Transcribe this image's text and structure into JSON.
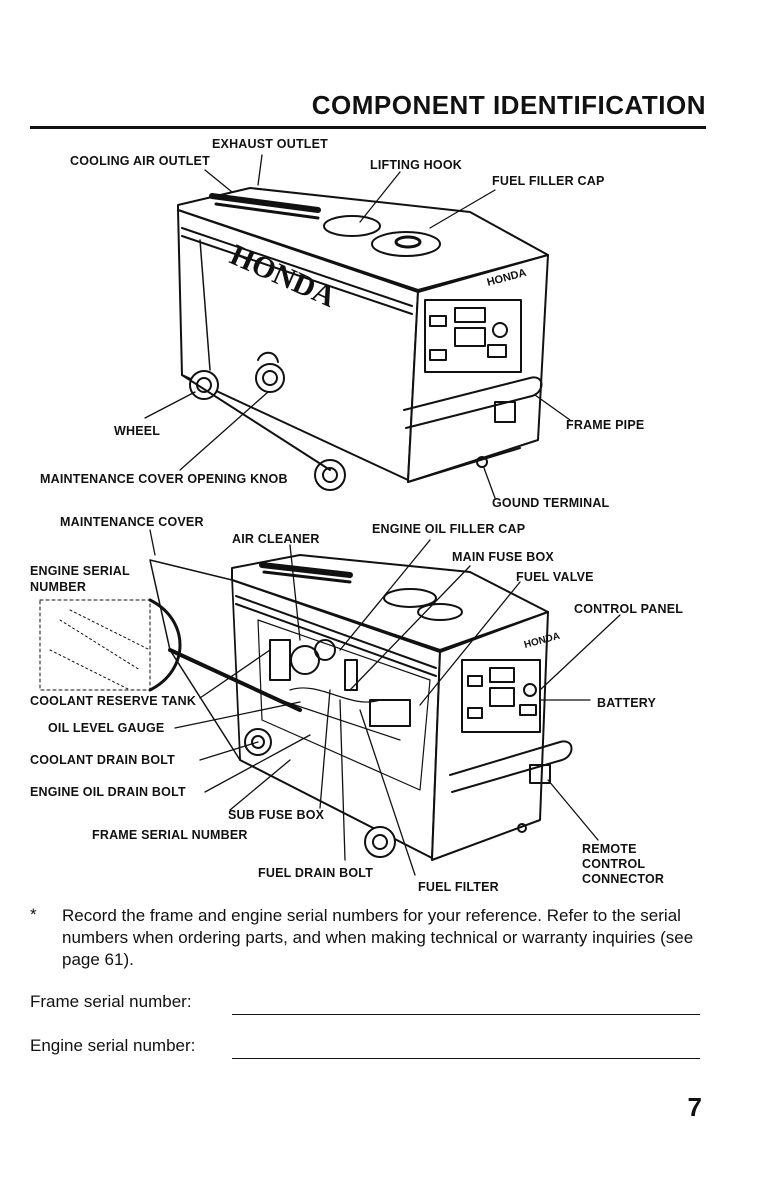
{
  "header": {
    "title": "COMPONENT IDENTIFICATION"
  },
  "top_diagram": {
    "labels": {
      "exhaust_outlet": "EXHAUST OUTLET",
      "cooling_air_outlet": "COOLING AIR OUTLET",
      "lifting_hook": "LIFTING HOOK",
      "fuel_filler_cap": "FUEL FILLER CAP",
      "wheel": "WHEEL",
      "frame_pipe": "FRAME PIPE",
      "maintenance_cover_knob": "MAINTENANCE COVER OPENING KNOB",
      "ground_terminal": "GOUND TERMINAL"
    },
    "brand": "HONDA"
  },
  "bottom_diagram": {
    "labels": {
      "maintenance_cover": "MAINTENANCE COVER",
      "air_cleaner": "AIR CLEANER",
      "engine_oil_filler_cap": "ENGINE OIL FILLER CAP",
      "main_fuse_box": "MAIN FUSE BOX",
      "fuel_valve": "FUEL VALVE",
      "control_panel": "CONTROL PANEL",
      "engine_serial_number_1": "ENGINE SERIAL",
      "engine_serial_number_2": "NUMBER",
      "coolant_reserve_tank": "COOLANT RESERVE TANK",
      "oil_level_gauge": "OIL LEVEL GAUGE",
      "battery": "BATTERY",
      "coolant_drain_bolt": "COOLANT DRAIN BOLT",
      "engine_oil_drain_bolt": "ENGINE OIL DRAIN BOLT",
      "sub_fuse_box": "SUB FUSE BOX",
      "frame_serial_number": "FRAME SERIAL NUMBER",
      "fuel_drain_bolt": "FUEL DRAIN BOLT",
      "fuel_filter": "FUEL FILTER",
      "remote_1": "REMOTE",
      "remote_2": "CONTROL",
      "remote_3": "CONNECTOR"
    },
    "brand": "HONDA"
  },
  "note": {
    "star": "*",
    "text": "Record the frame and engine serial numbers for your reference. Refer to the serial numbers when ordering parts, and when making technical or warranty inquiries (see page 61)."
  },
  "fields": {
    "frame": "Frame serial number:",
    "engine": "Engine serial number:"
  },
  "page_number": "7"
}
